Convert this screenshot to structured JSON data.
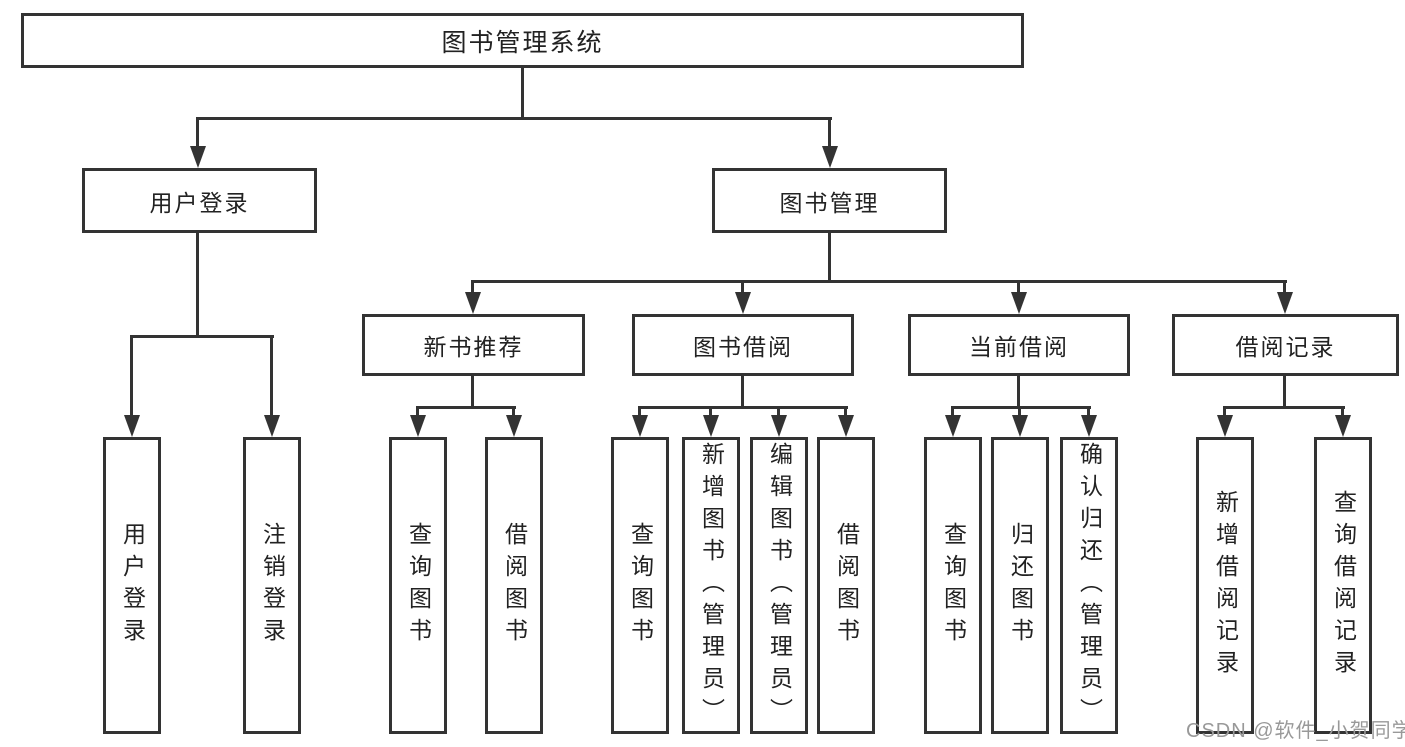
{
  "colors": {
    "line": "#333333",
    "text": "#222222",
    "background": "#ffffff",
    "watermark": "#999999"
  },
  "watermark": "CSDN @软件_小贺同学",
  "tree": {
    "label": "图书管理系统",
    "children": [
      {
        "label": "用户登录",
        "children": [
          {
            "label": "用户登录"
          },
          {
            "label": "注销登录"
          }
        ]
      },
      {
        "label": "图书管理",
        "children": [
          {
            "label": "新书推荐",
            "children": [
              {
                "label": "查询图书"
              },
              {
                "label": "借阅图书"
              }
            ]
          },
          {
            "label": "图书借阅",
            "children": [
              {
                "label": "查询图书"
              },
              {
                "label": "新增图书（管理员）"
              },
              {
                "label": "编辑图书（管理员）"
              },
              {
                "label": "借阅图书"
              }
            ]
          },
          {
            "label": "当前借阅",
            "children": [
              {
                "label": "查询图书"
              },
              {
                "label": "归还图书"
              },
              {
                "label": "确认归还（管理员）"
              }
            ]
          },
          {
            "label": "借阅记录",
            "children": [
              {
                "label": "新增借阅记录"
              },
              {
                "label": "查询借阅记录"
              }
            ]
          }
        ]
      }
    ]
  }
}
